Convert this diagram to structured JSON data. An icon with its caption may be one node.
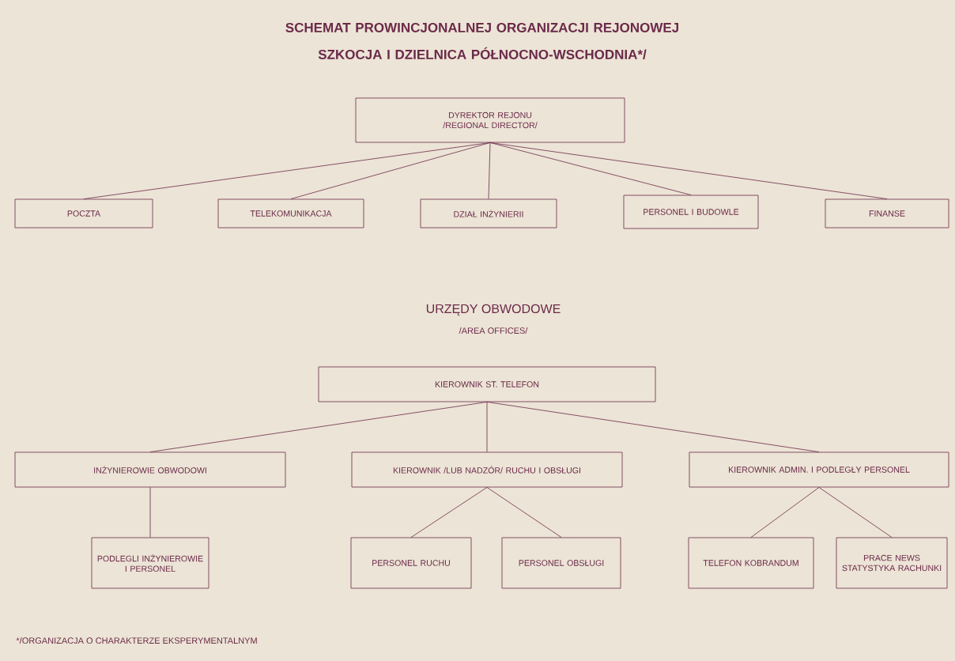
{
  "diagram": {
    "title": "SCHEMAT PROWINCJONALNEJ ORGANIZACJI REJONOWEJ SZKOCJA I DZIELNICA PÓŁNOCNO-WSCHODNIA*/",
    "nodes": [
      {
        "text": [
          "DYREKTOR REJONU",
          "/REGIONAL DIRECTOR/"
        ]
      },
      {
        "text": [
          "POCZTA"
        ]
      },
      {
        "text": [
          "TELEKOMUNIKACJA"
        ]
      },
      {
        "text": [
          "DZIAŁ INŻYNIERII"
        ]
      },
      {
        "text": [
          "PERSONEL I BUDOWLE"
        ]
      },
      {
        "text": [
          "FINANSE"
        ]
      },
      {
        "text": [
          "KIEROWNIK ST. TELEFON"
        ]
      },
      {
        "text": [
          "INŻYNIEROWIE OBWODOWI"
        ]
      },
      {
        "text": [
          "KIEROWNIK /LUB NADZÓR/ RUCHU I OBSŁUGI"
        ]
      },
      {
        "text": [
          "KIEROWNIK ADMIN. I PODLEGŁY PERSONEL"
        ]
      },
      {
        "text": [
          "PODLEGLI INŻYNIEROWIE I PERSONEL"
        ]
      },
      {
        "text": [
          "PERSONEL RUCHU"
        ]
      },
      {
        "text": [
          "PERSONEL OBSŁUGI"
        ]
      },
      {
        "text": [
          "TELEFON KOBRANDUM"
        ]
      },
      {
        "text": [
          "PRACE NEWS STATYSTYKA RACHUNKI"
        ]
      }
    ],
    "edges": [
      {
        "from": 0,
        "to": 1,
        "arrow": "none"
      },
      {
        "from": 0,
        "to": 2,
        "arrow": "none"
      },
      {
        "from": 0,
        "to": 3,
        "arrow": "none"
      },
      {
        "from": 0,
        "to": 4,
        "arrow": "none"
      },
      {
        "from": 0,
        "to": 5,
        "arrow": "none"
      },
      {
        "from": 6,
        "to": 7,
        "arrow": "none"
      },
      {
        "from": 6,
        "to": 8,
        "arrow": "none"
      },
      {
        "from": 6,
        "to": 9,
        "arrow": "none"
      },
      {
        "from": 7,
        "to": 10,
        "arrow": "none"
      },
      {
        "from": 8,
        "to": 11,
        "arrow": "none"
      },
      {
        "from": 8,
        "to": 12,
        "arrow": "none"
      },
      {
        "from": 9,
        "to": 13,
        "arrow": "none"
      },
      {
        "from": 9,
        "to": 14,
        "arrow": "none"
      }
    ],
    "labels": [
      "URZĘDY OBWODOWE",
      "/AREA OFFICES/",
      "*/ORGANIZACJA O CHARAKTERZE EKSPERYMENTALNYM"
    ]
  }
}
